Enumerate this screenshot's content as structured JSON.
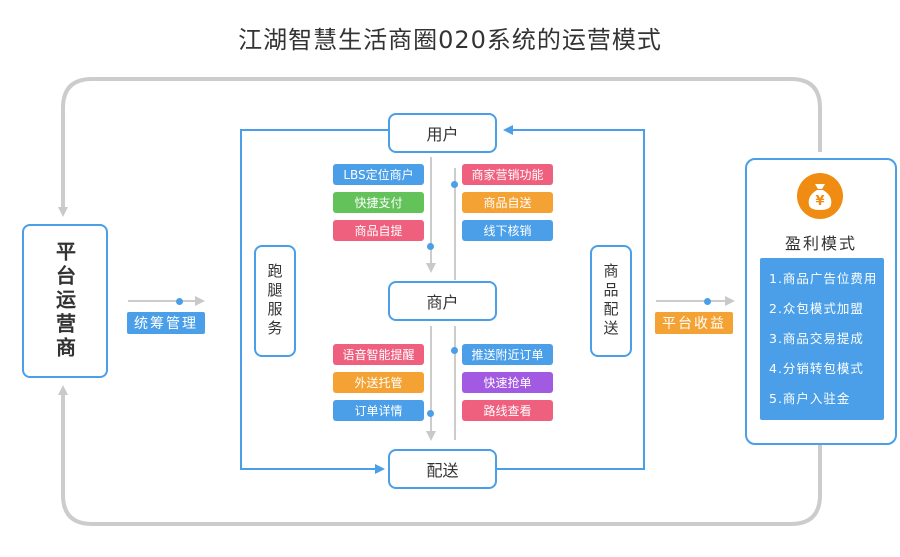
{
  "title": "江湖智慧生活商圈020系统的运营模式",
  "platform": {
    "label": "平台运营商"
  },
  "left_tag": "统筹管理",
  "right_tag": "平台收益",
  "nodes": {
    "user": "用户",
    "merchant": "商户",
    "delivery": "配送"
  },
  "side_left": "跑腿服务",
  "side_right": "商品配送",
  "upper_left_pills": [
    {
      "text": "LBS定位商户",
      "color": "blue"
    },
    {
      "text": "快捷支付",
      "color": "green"
    },
    {
      "text": "商品自提",
      "color": "pink"
    }
  ],
  "upper_right_pills": [
    {
      "text": "商家营销功能",
      "color": "pink"
    },
    {
      "text": "商品自送",
      "color": "orange"
    },
    {
      "text": "线下核销",
      "color": "blue"
    }
  ],
  "lower_left_pills": [
    {
      "text": "语音智能提醒",
      "color": "pink"
    },
    {
      "text": "外送托管",
      "color": "orange"
    },
    {
      "text": "订单详情",
      "color": "blue"
    }
  ],
  "lower_right_pills": [
    {
      "text": "推送附近订单",
      "color": "blue"
    },
    {
      "text": "快速抢单",
      "color": "purple"
    },
    {
      "text": "路线查看",
      "color": "pink"
    }
  ],
  "profit": {
    "title": "盈利模式",
    "icon": "money-bag-icon",
    "icon_symbol": "¥",
    "items": [
      "1.商品广告位费用",
      "2.众包模式加盟",
      "3.商品交易提成",
      "4.分销转包模式",
      "5.商户入驻金"
    ]
  },
  "colors": {
    "accent_blue": "#4a9fe8",
    "green": "#63c25a",
    "pink": "#ef5f7e",
    "orange": "#f5a234",
    "purple": "#a35ae2",
    "loop_gray": "#cccccc",
    "icon_orange": "#f08c12"
  }
}
